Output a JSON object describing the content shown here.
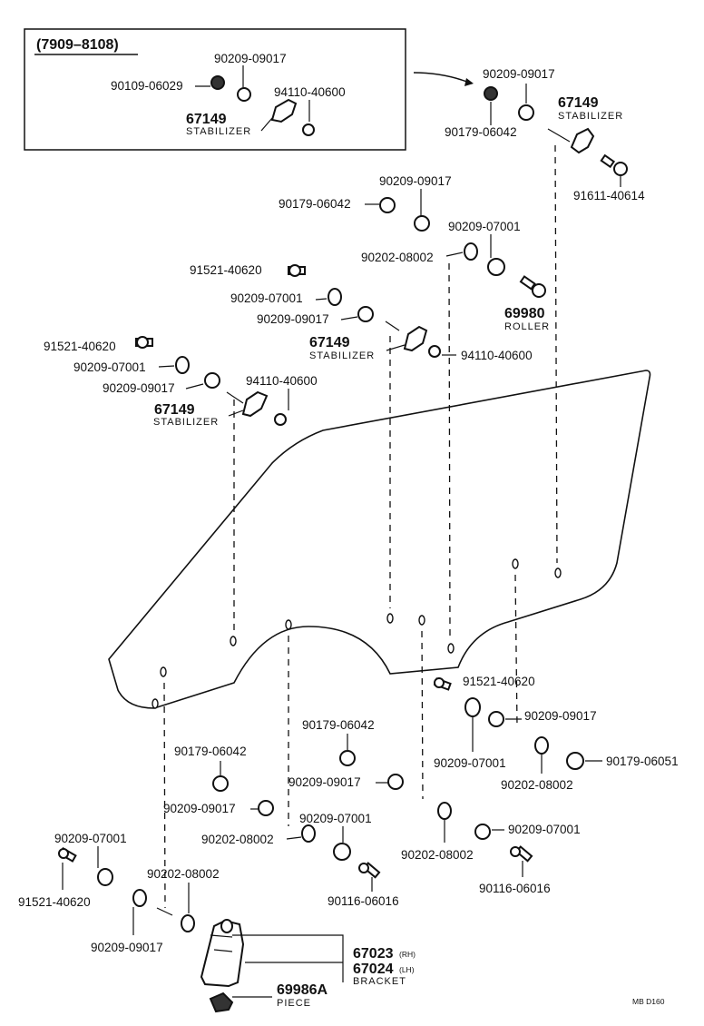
{
  "inset": {
    "date_range": "(7909–8108)",
    "labels": {
      "washer_top": "90209-09017",
      "nut_left": "90109-06029",
      "nut_right": "94110-40600",
      "stabilizer_num": "67149",
      "stabilizer_name": "STABILIZER"
    }
  },
  "labels": {
    "tr_90209": "90209-09017",
    "tr_67149": "67149",
    "tr_stabilizer": "STABILIZER",
    "tr_90179": "90179-06042",
    "tr_91611": "91611-40614",
    "u_90209_09017": "90209-09017",
    "u_90179": "90179-06042",
    "u_90209_07001": "90209-07001",
    "u_90202": "90202-08002",
    "roller_num": "69980",
    "roller_name": "ROLLER",
    "m_91521": "91521-40620",
    "m_90209_07001": "90209-07001",
    "m_90209_09017": "90209-09017",
    "m_67149": "67149",
    "m_stabilizer": "STABILIZER",
    "m_94110": "94110-40600",
    "l_91521": "91521-40620",
    "l_90209_07001": "90209-07001",
    "l_90209_09017": "90209-09017",
    "l_94110": "94110-40600",
    "l_67149": "67149",
    "l_stabilizer": "STABILIZER",
    "r_91521": "91521-40620",
    "r_90209_09017": "90209-09017",
    "r_90209_07001": "90209-07001",
    "r_90202": "90202-08002",
    "r_90179_06051": "90179-06051",
    "r_90209_07001b": "90209-07001",
    "r_90116": "90116-06016",
    "c_90179": "90179-06042",
    "c_90209_09017": "90209-09017",
    "c_90209_07001": "90209-07001",
    "c_90116": "90116-06016",
    "c_90202": "90202-08002",
    "lc_90179": "90179-06042",
    "lc_90209_09017": "90209-09017",
    "lc_90202": "90202-08002",
    "bl_90209_07001": "90209-07001",
    "bl_91521": "91521-40620",
    "bl_90202": "90202-08002",
    "bl_90209_09017": "90209-09017",
    "bracket_rh": "67023",
    "bracket_rh_suffix": "(RH)",
    "bracket_lh": "67024",
    "bracket_lh_suffix": "(LH)",
    "bracket_name": "BRACKET",
    "piece_num": "69986A",
    "piece_name": "PIECE",
    "footer_code": "MB  D160"
  }
}
